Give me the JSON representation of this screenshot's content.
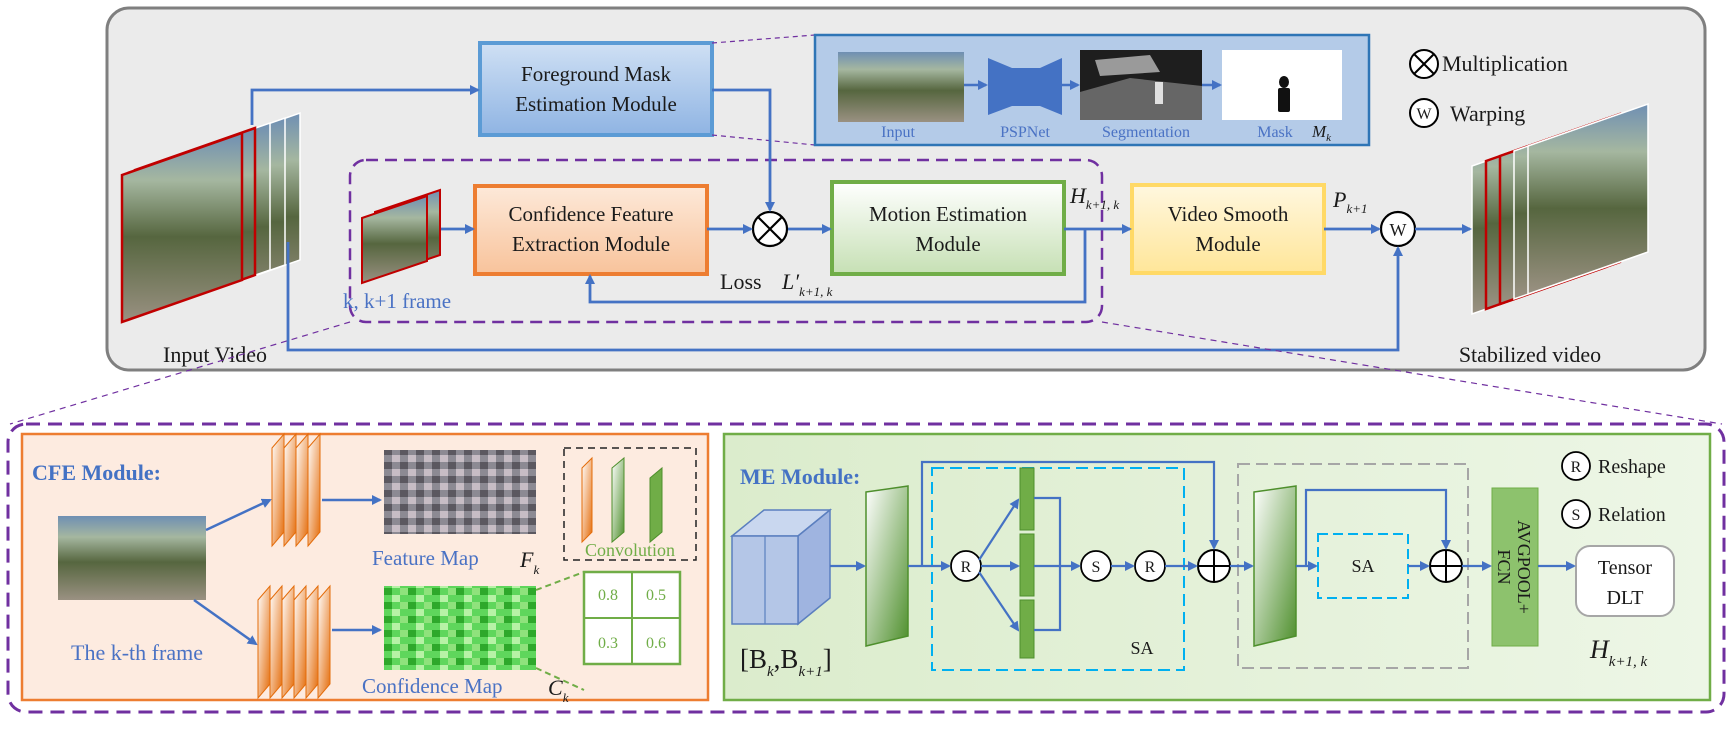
{
  "top": {
    "input_video": "Input Video",
    "stabilized_video": "Stabilized video",
    "frame_label": "k, k+1 frame",
    "fme": {
      "line1": "Foreground Mask",
      "line2": "Estimation Module"
    },
    "cfe": {
      "line1": "Confidence Feature",
      "line2": "Extraction Module"
    },
    "me": {
      "line1": "Motion Estimation",
      "line2": "Module"
    },
    "vsm": {
      "line1": "Video Smooth",
      "line2": "Module"
    },
    "loss": "Loss",
    "loss_sym": "L′",
    "loss_sub": "k+1, k",
    "h_sym": "H",
    "h_sub": "k+1, k",
    "p_sym": "P",
    "p_sub": "k+1",
    "inset": {
      "input": "Input",
      "pspnet": "PSPNet",
      "segmentation": "Segmentation",
      "mask": "Mask",
      "mask_sym": "M",
      "mask_sub": "k"
    },
    "legend": {
      "mult_glyph": "⊗",
      "mult": "Multiplication",
      "warp_glyph": "W",
      "warp": "Warping"
    }
  },
  "cfe_panel": {
    "title": "CFE Module:",
    "kth_frame": "The k-th frame",
    "feature_map": "Feature Map",
    "f_sym": "F",
    "f_sub": "k",
    "confidence_map": "Confidence Map",
    "c_sym": "C",
    "c_sub": "k",
    "convolution": "Convolution",
    "grid": [
      "0.8",
      "0.5",
      "0.3",
      "0.6"
    ]
  },
  "me_panel": {
    "title": "ME Module:",
    "b_open": "[B",
    "b_sub1": "k",
    "b_comma": ",B",
    "b_sub2": "k+1",
    "b_close": "]",
    "r": "R",
    "s": "S",
    "sa": "SA",
    "sa_inner": "SA",
    "avgpool": "AVGPOOL+",
    "fcn": "FCN",
    "tensor": "Tensor",
    "dlt": "DLT",
    "h_sym": "H",
    "h_sub": "k+1, k",
    "legend": {
      "r_glyph": "R",
      "reshape": "Reshape",
      "s_glyph": "S",
      "relation": "Relation"
    }
  },
  "colors": {
    "blue": "#4472c4",
    "purple": "#7030a0",
    "orange": "#ed7d31",
    "green": "#70ad47",
    "yellow": "#ffd966",
    "cyan": "#00b0f0"
  }
}
